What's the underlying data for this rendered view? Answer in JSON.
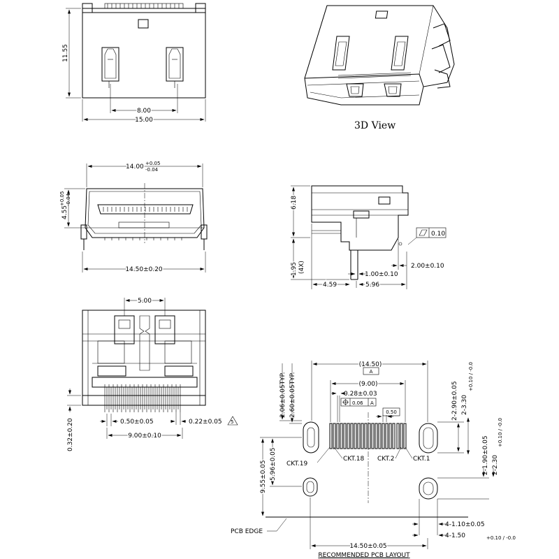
{
  "views": {
    "top": {
      "dim_height": "11.55",
      "dim_inner": "8.00",
      "dim_width": "15.00"
    },
    "iso": {
      "caption": "3D View"
    },
    "front": {
      "dim_top_main": "14.00",
      "dim_top_tol_plus": "+0.05",
      "dim_top_tol_minus": "-0.04",
      "dim_left_main": "4.55",
      "dim_left_tol_plus": "+0.05",
      "dim_left_tol_minus": "-0.04",
      "dim_bottom": "14.50±0.20"
    },
    "side": {
      "dim_height": "6.18",
      "dim_pin_len": "1.95",
      "dim_pin_len_note": "(4X)",
      "dim_flat": "0.10",
      "dim_leg": "2.00±0.10",
      "dim_pin_w": "1.00±0.10",
      "dim_a": "4.59",
      "dim_b": "5.96"
    },
    "bottom": {
      "dim_top": "5.00",
      "dim_pitch": "0.50±0.05",
      "dim_pin_w": "0.22±0.05",
      "dim_span": "9.00±0.10",
      "dim_side": "0.32±0.20",
      "note_flag": "5"
    },
    "pcb": {
      "dim_outer": "(14.50)",
      "datum": "A",
      "dim_inner": "(9.00)",
      "dim_pad_w": "0.28±0.03",
      "gdt_value": "0.06",
      "gdt_datum": "A",
      "dim_pitch_box": "0.50",
      "dim_left_a": "2.06±0.05TYP.",
      "dim_left_b": "2.60±0.05TYP.",
      "dim_right_a": "2-2.90±0.05",
      "dim_right_b": "2-3.30",
      "dim_right_b_tol": "+0.10 / -0.0",
      "dim_right_c": "2-1.90±0.05",
      "dim_right_d": "2-2.30",
      "dim_right_d_tol": "+0.10 / -0.0",
      "dim_v_a": "9.55±0.05",
      "dim_v_b": "5.96±0.05",
      "label_ckt19": "CKT.19",
      "label_ckt18": "CKT.18",
      "label_ckt2": "CKT.2",
      "label_ckt1": "CKT.1",
      "label_edge": "PCB EDGE",
      "dim_hole_a": "4-1.10±0.05",
      "dim_hole_b": "4-1.50",
      "dim_hole_b_tol": "+0.10 / -0.0",
      "dim_bottom": "14.50±0.05",
      "caption": "RECOMMENDED PCB LAYOUT"
    }
  }
}
